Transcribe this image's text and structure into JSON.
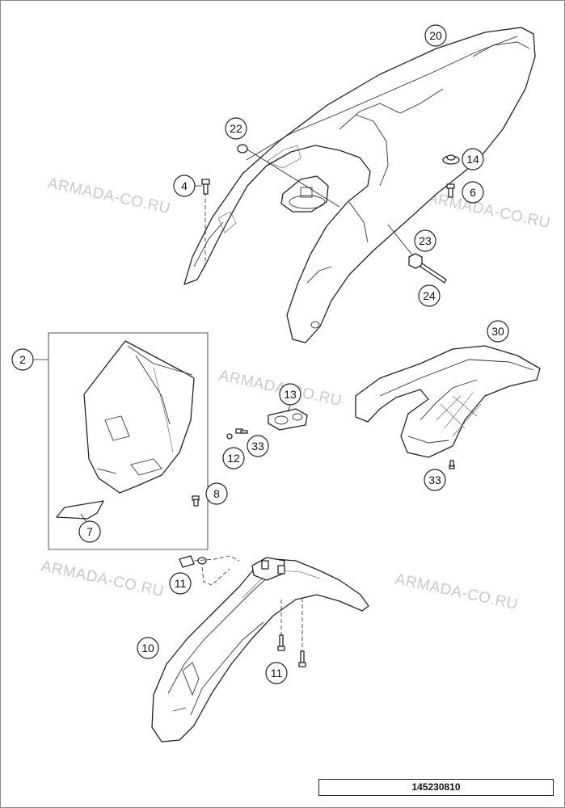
{
  "diagram": {
    "document_number": "145230810",
    "watermark": "ARMADA-CO.RU",
    "callouts": [
      {
        "id": "c20",
        "label": "20"
      },
      {
        "id": "c22",
        "label": "22"
      },
      {
        "id": "c4",
        "label": "4"
      },
      {
        "id": "c14",
        "label": "14"
      },
      {
        "id": "c6",
        "label": "6"
      },
      {
        "id": "c23",
        "label": "23"
      },
      {
        "id": "c24",
        "label": "24"
      },
      {
        "id": "c2",
        "label": "2"
      },
      {
        "id": "c30",
        "label": "30"
      },
      {
        "id": "c13",
        "label": "13"
      },
      {
        "id": "c12",
        "label": "12"
      },
      {
        "id": "c33a",
        "label": "33"
      },
      {
        "id": "c33b",
        "label": "33"
      },
      {
        "id": "c8",
        "label": "8"
      },
      {
        "id": "c7",
        "label": "7"
      },
      {
        "id": "c11a",
        "label": "11"
      },
      {
        "id": "c11b",
        "label": "11"
      },
      {
        "id": "c10",
        "label": "10"
      }
    ]
  }
}
